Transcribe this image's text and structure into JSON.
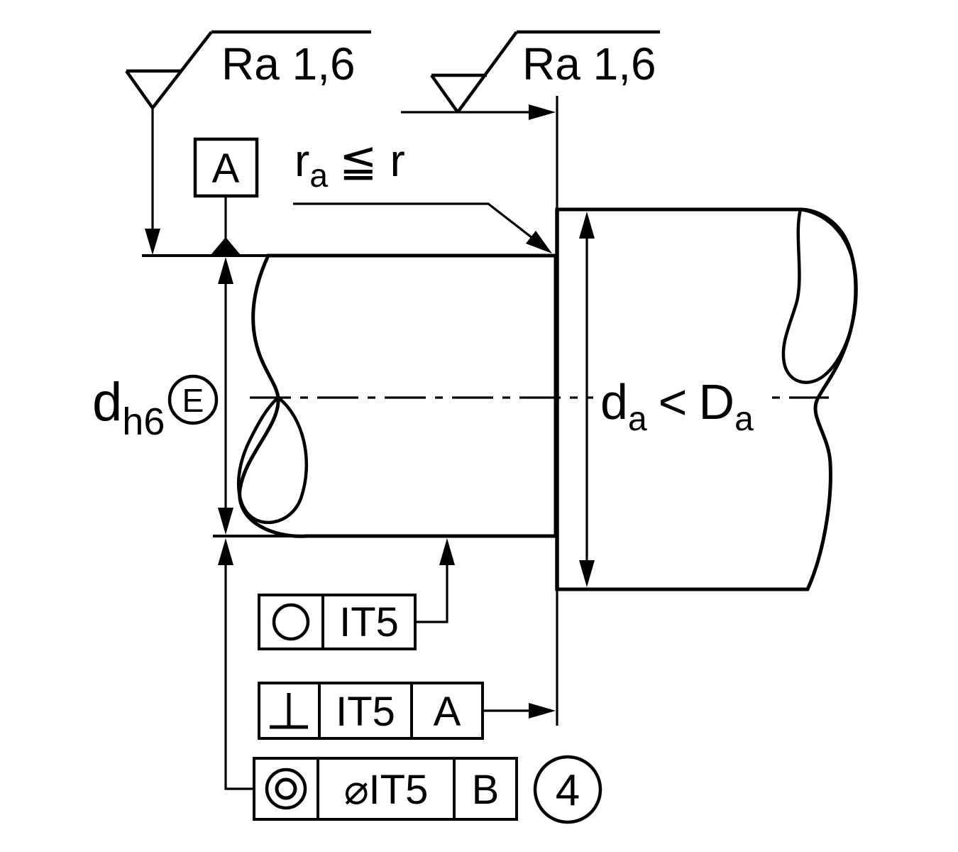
{
  "drawing": {
    "surface_finish_left": "Ra 1,6",
    "surface_finish_right": "Ra 1,6",
    "datum_label": "A",
    "fillet_note": {
      "base1": "r",
      "sub1": "a",
      "relation": "≦",
      "base2": "r"
    },
    "left_dimension": {
      "base": "d",
      "subscript": "h6",
      "envelope_symbol": "E"
    },
    "right_dimension": {
      "base1": "d",
      "sub1": "a",
      "relation": "<",
      "base2": "D",
      "sub2": "a"
    },
    "frames": {
      "roundness": {
        "symbol": "roundness-circle-icon",
        "tolerance": "IT5"
      },
      "perpendicularity": {
        "symbol": "perpendicularity-icon",
        "tolerance": "IT5",
        "datum": "A"
      },
      "concentricity": {
        "symbol": "concentricity-icon",
        "tolerance": "⌀IT5",
        "datum": "B"
      }
    },
    "callout_number": "4"
  },
  "colors": {
    "ink": "#000000",
    "background": "#ffffff"
  }
}
